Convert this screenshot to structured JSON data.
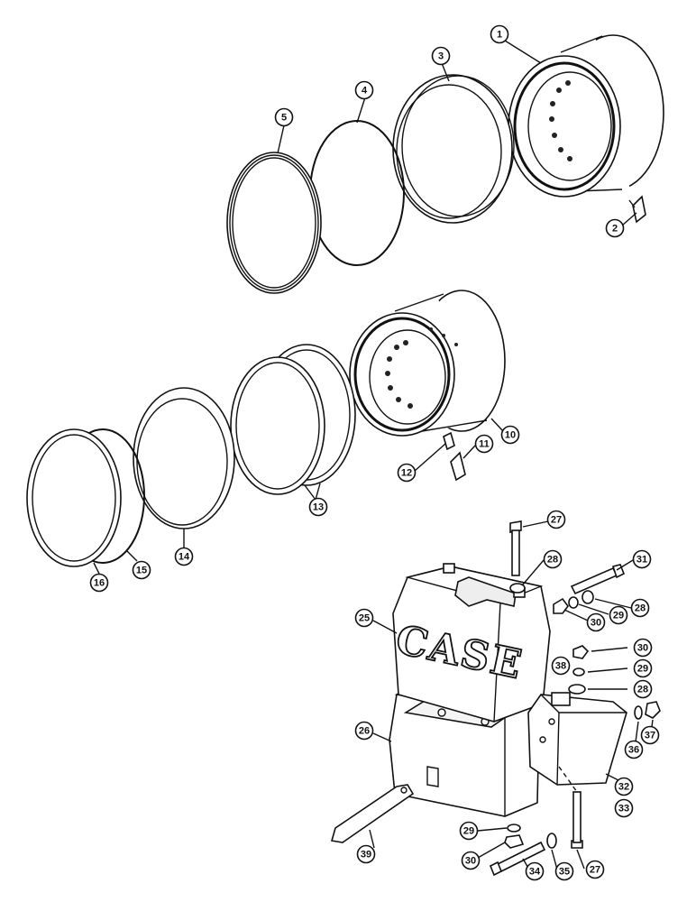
{
  "diagram": {
    "brand_text": "CASE",
    "callouts": [
      {
        "id": "c1",
        "label": "1"
      },
      {
        "id": "c2",
        "label": "2"
      },
      {
        "id": "c3",
        "label": "3"
      },
      {
        "id": "c4",
        "label": "4"
      },
      {
        "id": "c5",
        "label": "5"
      },
      {
        "id": "c10",
        "label": "10"
      },
      {
        "id": "c11",
        "label": "11"
      },
      {
        "id": "c12",
        "label": "12"
      },
      {
        "id": "c13",
        "label": "13"
      },
      {
        "id": "c14",
        "label": "14"
      },
      {
        "id": "c15",
        "label": "15"
      },
      {
        "id": "c16",
        "label": "16"
      },
      {
        "id": "c25",
        "label": "25"
      },
      {
        "id": "c26",
        "label": "26"
      },
      {
        "id": "c27a",
        "label": "27"
      },
      {
        "id": "c28a",
        "label": "28"
      },
      {
        "id": "c31",
        "label": "31"
      },
      {
        "id": "c28b",
        "label": "28"
      },
      {
        "id": "c29a",
        "label": "29"
      },
      {
        "id": "c30a",
        "label": "30"
      },
      {
        "id": "c38",
        "label": "38"
      },
      {
        "id": "c30b",
        "label": "30"
      },
      {
        "id": "c29b",
        "label": "29"
      },
      {
        "id": "c28c",
        "label": "28"
      },
      {
        "id": "c36",
        "label": "36"
      },
      {
        "id": "c37",
        "label": "37"
      },
      {
        "id": "c32",
        "label": "32"
      },
      {
        "id": "c33",
        "label": "33"
      },
      {
        "id": "c39",
        "label": "39"
      },
      {
        "id": "c29c",
        "label": "29"
      },
      {
        "id": "c30c",
        "label": "30"
      },
      {
        "id": "c34",
        "label": "34"
      },
      {
        "id": "c35",
        "label": "35"
      },
      {
        "id": "c27b",
        "label": "27"
      }
    ]
  }
}
